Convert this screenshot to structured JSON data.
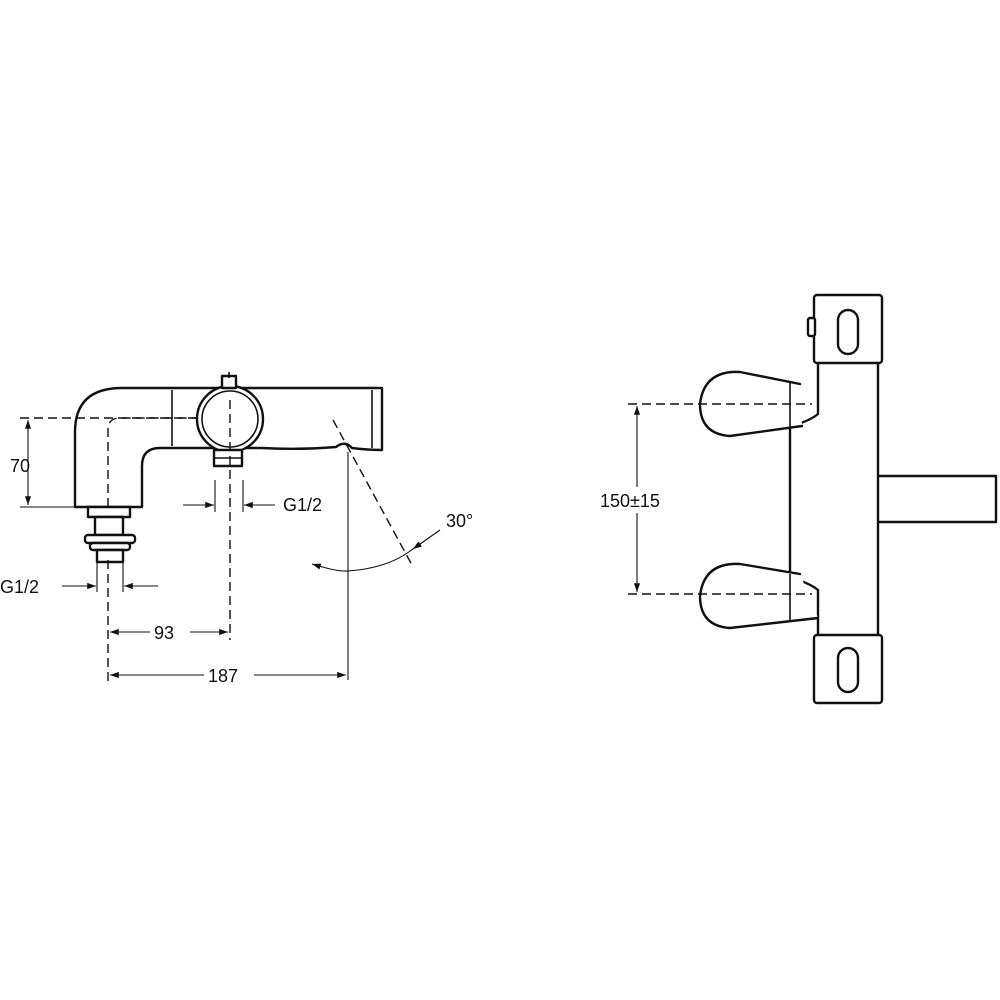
{
  "side_view": {
    "height_dim": "70",
    "outlet_thread": "G1/2",
    "inlet_thread": "G1/2",
    "spacing_dim": "93",
    "length_dim": "187",
    "angle_dim": "30°"
  },
  "front_view": {
    "centers_dim": "150±15"
  }
}
